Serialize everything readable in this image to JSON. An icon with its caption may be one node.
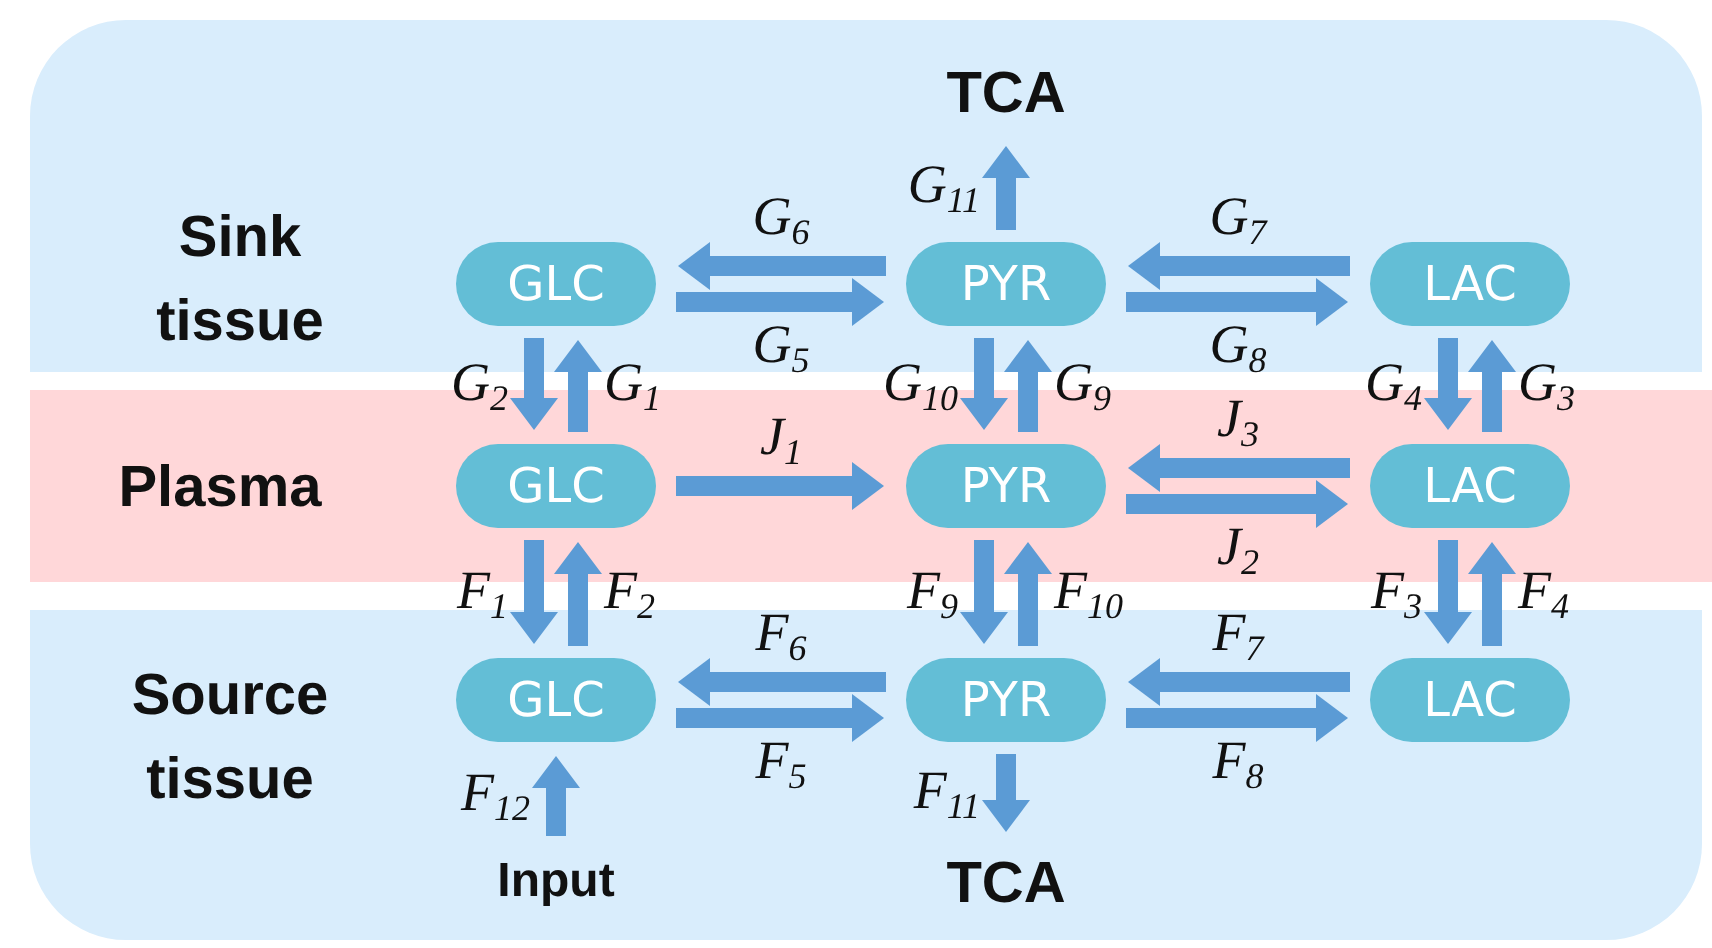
{
  "diagram": {
    "nodes": [
      {
        "text": [
          "Sink tissue"
        ]
      },
      {
        "text": [
          "Plasma"
        ]
      },
      {
        "text": [
          "Source tissue"
        ]
      },
      {
        "text": [
          "GLC"
        ],
        "in": 0
      },
      {
        "text": [
          "PYR"
        ],
        "in": 0
      },
      {
        "text": [
          "LAC"
        ],
        "in": 0
      },
      {
        "text": [
          "GLC"
        ],
        "in": 1
      },
      {
        "text": [
          "PYR"
        ],
        "in": 1
      },
      {
        "text": [
          "LAC"
        ],
        "in": 1
      },
      {
        "text": [
          "GLC"
        ],
        "in": 2
      },
      {
        "text": [
          "PYR"
        ],
        "in": 2
      },
      {
        "text": [
          "LAC"
        ],
        "in": 2
      },
      {
        "text": [
          "TCA"
        ],
        "in": 0
      },
      {
        "text": [
          "Input"
        ],
        "in": 2
      },
      {
        "text": [
          "TCA"
        ],
        "in": 2
      }
    ],
    "edges": [
      {
        "from": 4,
        "to": 3,
        "arrow": "to",
        "label": "G$_{6}$"
      },
      {
        "from": 3,
        "to": 4,
        "arrow": "to",
        "label": "G$_{5}$"
      },
      {
        "from": 5,
        "to": 4,
        "arrow": "to",
        "label": "G$_{7}$"
      },
      {
        "from": 4,
        "to": 5,
        "arrow": "to",
        "label": "G$_{8}$"
      },
      {
        "from": 4,
        "to": 12,
        "arrow": "to",
        "label": "G$_{11}$"
      },
      {
        "from": 6,
        "to": 3,
        "arrow": "to",
        "label": "G$_{1}$"
      },
      {
        "from": 3,
        "to": 6,
        "arrow": "to",
        "label": "G$_{2}$"
      },
      {
        "from": 7,
        "to": 4,
        "arrow": "to",
        "label": "G$_{9}$"
      },
      {
        "from": 4,
        "to": 7,
        "arrow": "to",
        "label": "G$_{10}$"
      },
      {
        "from": 8,
        "to": 5,
        "arrow": "to",
        "label": "G$_{3}$"
      },
      {
        "from": 5,
        "to": 8,
        "arrow": "to",
        "label": "G$_{4}$"
      },
      {
        "from": 6,
        "to": 7,
        "arrow": "to",
        "label": "J$_{1}$"
      },
      {
        "from": 8,
        "to": 7,
        "arrow": "to",
        "label": "J$_{3}$"
      },
      {
        "from": 7,
        "to": 8,
        "arrow": "to",
        "label": "J$_{2}$"
      },
      {
        "from": 6,
        "to": 9,
        "arrow": "to",
        "label": "F$_{1}$"
      },
      {
        "from": 9,
        "to": 6,
        "arrow": "to",
        "label": "F$_{2}$"
      },
      {
        "from": 7,
        "to": 10,
        "arrow": "to",
        "label": "F$_{9}$"
      },
      {
        "from": 10,
        "to": 7,
        "arrow": "to",
        "label": "F$_{10}$"
      },
      {
        "from": 8,
        "to": 11,
        "arrow": "to",
        "label": "F$_{3}$"
      },
      {
        "from": 11,
        "to": 8,
        "arrow": "to",
        "label": "F$_{4}$"
      },
      {
        "from": 10,
        "to": 9,
        "arrow": "to",
        "label": "F$_{6}$"
      },
      {
        "from": 9,
        "to": 10,
        "arrow": "to",
        "label": "F$_{5}$"
      },
      {
        "from": 11,
        "to": 10,
        "arrow": "to",
        "label": "F$_{7}$"
      },
      {
        "from": 10,
        "to": 11,
        "arrow": "to",
        "label": "F$_{8}$"
      },
      {
        "from": 13,
        "to": 9,
        "arrow": "to",
        "label": "F$_{12}$"
      },
      {
        "from": 10,
        "to": 14,
        "arrow": "to",
        "label": "F$_{11}$"
      }
    ]
  }
}
